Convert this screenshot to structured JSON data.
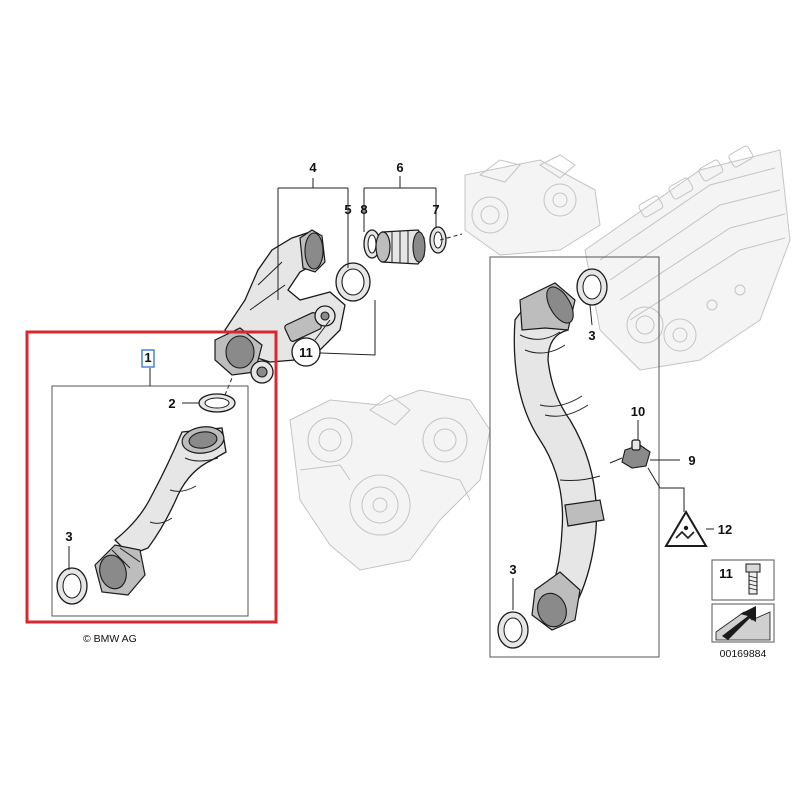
{
  "diagram": {
    "callouts": {
      "c1": "1",
      "c2": "2",
      "c3a": "3",
      "c3b": "3",
      "c3c": "3",
      "c4": "4",
      "c5": "5",
      "c6": "6",
      "c7": "7",
      "c8": "8",
      "c9": "9",
      "c10": "10",
      "c11a": "11",
      "c11b": "11",
      "c12": "12"
    },
    "copyright": "© BMW AG",
    "image_number": "00169884",
    "colors": {
      "highlight": "#d7282f",
      "selected_label": "#2a6fd6",
      "line": "#1a1a1a",
      "ghost": "#c4c4c4"
    }
  }
}
